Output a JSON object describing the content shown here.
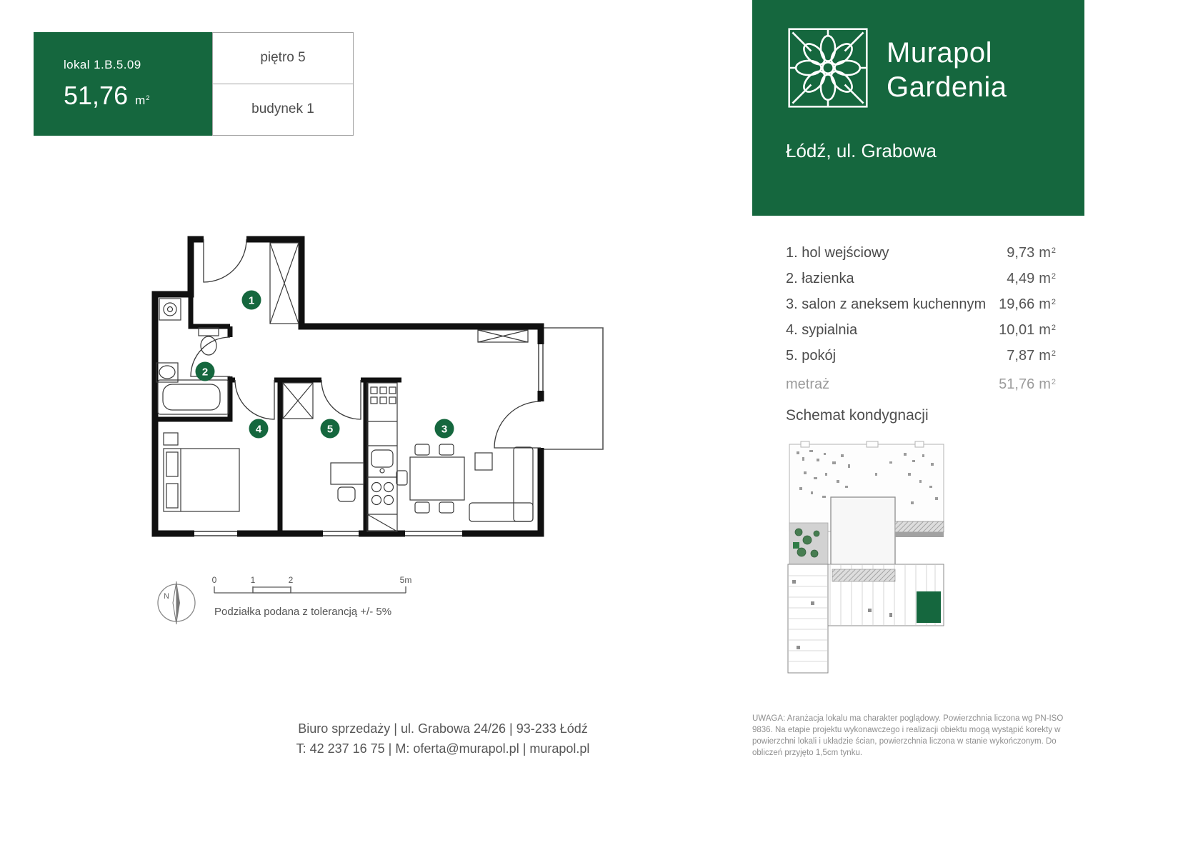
{
  "colors": {
    "green": "#15673E"
  },
  "units": {
    "m": "m",
    "sup": "2"
  },
  "unit_card": {
    "lokal": "lokal 1.B.5.09",
    "area": "51,76",
    "floor": "piętro 5",
    "building": "budynek 1"
  },
  "brand": {
    "line1": "Murapol",
    "line2": "Gardenia",
    "address": "Łódź, ul. Grabowa"
  },
  "rooms": [
    {
      "num": "1.",
      "name": "hol wejściowy",
      "area": "9,73"
    },
    {
      "num": "2.",
      "name": "łazienka",
      "area": "4,49"
    },
    {
      "num": "3.",
      "name": "salon z aneksem kuchennym",
      "area": "19,66"
    },
    {
      "num": "4.",
      "name": "sypialnia",
      "area": "10,01"
    },
    {
      "num": "5.",
      "name": "pokój",
      "area": "7,87"
    }
  ],
  "total": {
    "label": "metraż",
    "area": "51,76"
  },
  "schema_title": "Schemat kondygnacji",
  "floorplan": {
    "labels": [
      "1",
      "2",
      "3",
      "4",
      "5"
    ]
  },
  "scale": {
    "ticks": [
      "0",
      "1",
      "2",
      "5m"
    ],
    "note": "Podziałka podana z tolerancją +/- 5%",
    "north": "N"
  },
  "footer": {
    "line1": "Biuro sprzedaży | ul. Grabowa 24/26  | 93-233 Łódź",
    "line2": "T: 42 237 16 75 | M: oferta@murapol.pl | murapol.pl"
  },
  "disclaimer": "UWAGA: Aranżacja lokalu ma charakter poglądowy. Powierzchnia liczona wg PN-ISO 9836. Na etapie projektu wykonawczego i realizacji obiektu mogą wystąpić korekty w powierzchni lokali i układzie ścian, powierzchnia liczona w stanie wykończonym. Do obliczeń przyjęto 1,5cm tynku."
}
